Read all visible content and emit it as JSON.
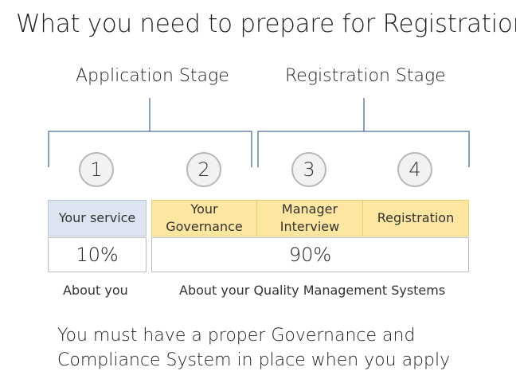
{
  "title": "What you need to prepare for Registration",
  "stages": {
    "application": "Application Stage",
    "registration": "Registration Stage"
  },
  "steps": [
    "1",
    "2",
    "3",
    "4"
  ],
  "boxes": {
    "your_service": "Your service",
    "your_governance": "Your\nGovernance",
    "manager_interview": "Manager\nInterview",
    "registration": "Registration"
  },
  "percentages": {
    "about_you": "10%",
    "qms": "90%"
  },
  "captions": {
    "about_you": "About you",
    "qms": "About your Quality Management Systems"
  },
  "note": "You must have a proper Governance and Compliance System in place when you apply",
  "colors": {
    "blue_box": "#dbe4f0",
    "yellow_box": "#fde6a0",
    "connector": "#4a6d9c"
  }
}
